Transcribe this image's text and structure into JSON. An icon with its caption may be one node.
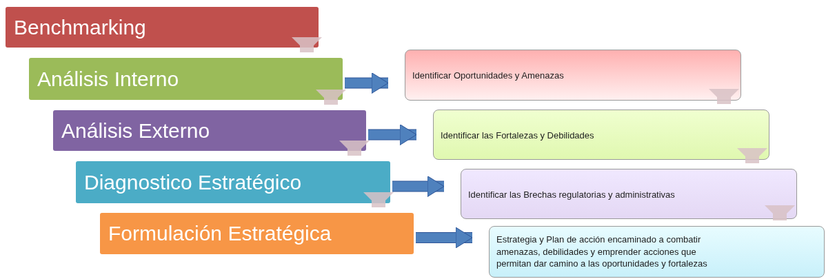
{
  "diagram": {
    "nodes": [
      {
        "text": [
          "Benchmarking"
        ]
      },
      {
        "text": [
          "Análisis Interno"
        ]
      },
      {
        "text": [
          "Análisis Externo"
        ]
      },
      {
        "text": [
          "Diagnostico Estratégico"
        ]
      },
      {
        "text": [
          "Formulación Estratégica"
        ]
      },
      {
        "text": [
          "Identificar Oportunidades y Amenazas"
        ]
      },
      {
        "text": [
          "Identificar las Fortalezas y Debilidades"
        ]
      },
      {
        "text": [
          "Identificar las Brechas regulatorias y administrativas"
        ]
      },
      {
        "text": [
          "Estrategia y Plan de acción encaminado a combatir amenazas, debilidades y emprender acciones que permitan dar camino a las oportunidades y fortalezas"
        ]
      }
    ],
    "edges": [
      {
        "from": 0,
        "to": 1,
        "arrow": "to"
      },
      {
        "from": 1,
        "to": 2,
        "arrow": "to"
      },
      {
        "from": 2,
        "to": 3,
        "arrow": "to"
      },
      {
        "from": 3,
        "to": 4,
        "arrow": "to"
      },
      {
        "from": 1,
        "to": 5,
        "arrow": "to",
        "color": "#4f81bd"
      },
      {
        "from": 2,
        "to": 6,
        "arrow": "to",
        "color": "#4f81bd"
      },
      {
        "from": 3,
        "to": 7,
        "arrow": "to",
        "color": "#4f81bd"
      },
      {
        "from": 4,
        "to": 8,
        "arrow": "to",
        "color": "#4f81bd"
      },
      {
        "from": 5,
        "to": 6,
        "arrow": "to"
      },
      {
        "from": 6,
        "to": 7,
        "arrow": "to"
      },
      {
        "from": 7,
        "to": 8,
        "arrow": "to"
      }
    ]
  }
}
